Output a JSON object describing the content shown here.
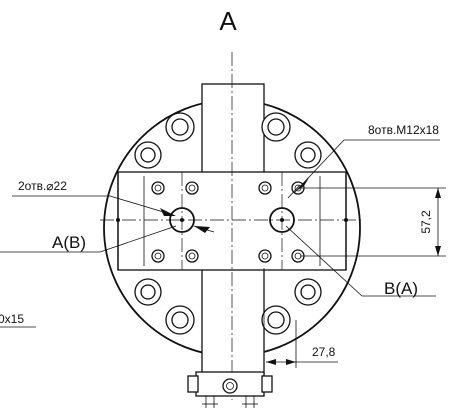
{
  "view_label": "A",
  "callouts": {
    "holes_large": "2отв.⌀22",
    "holes_threaded": "8отв.M12x18",
    "port_left": "A(B)",
    "port_right": "B(A)",
    "left_edge_fragment": "0x15"
  },
  "dimensions": {
    "vertical": "57,2",
    "horizontal": "27,8"
  }
}
